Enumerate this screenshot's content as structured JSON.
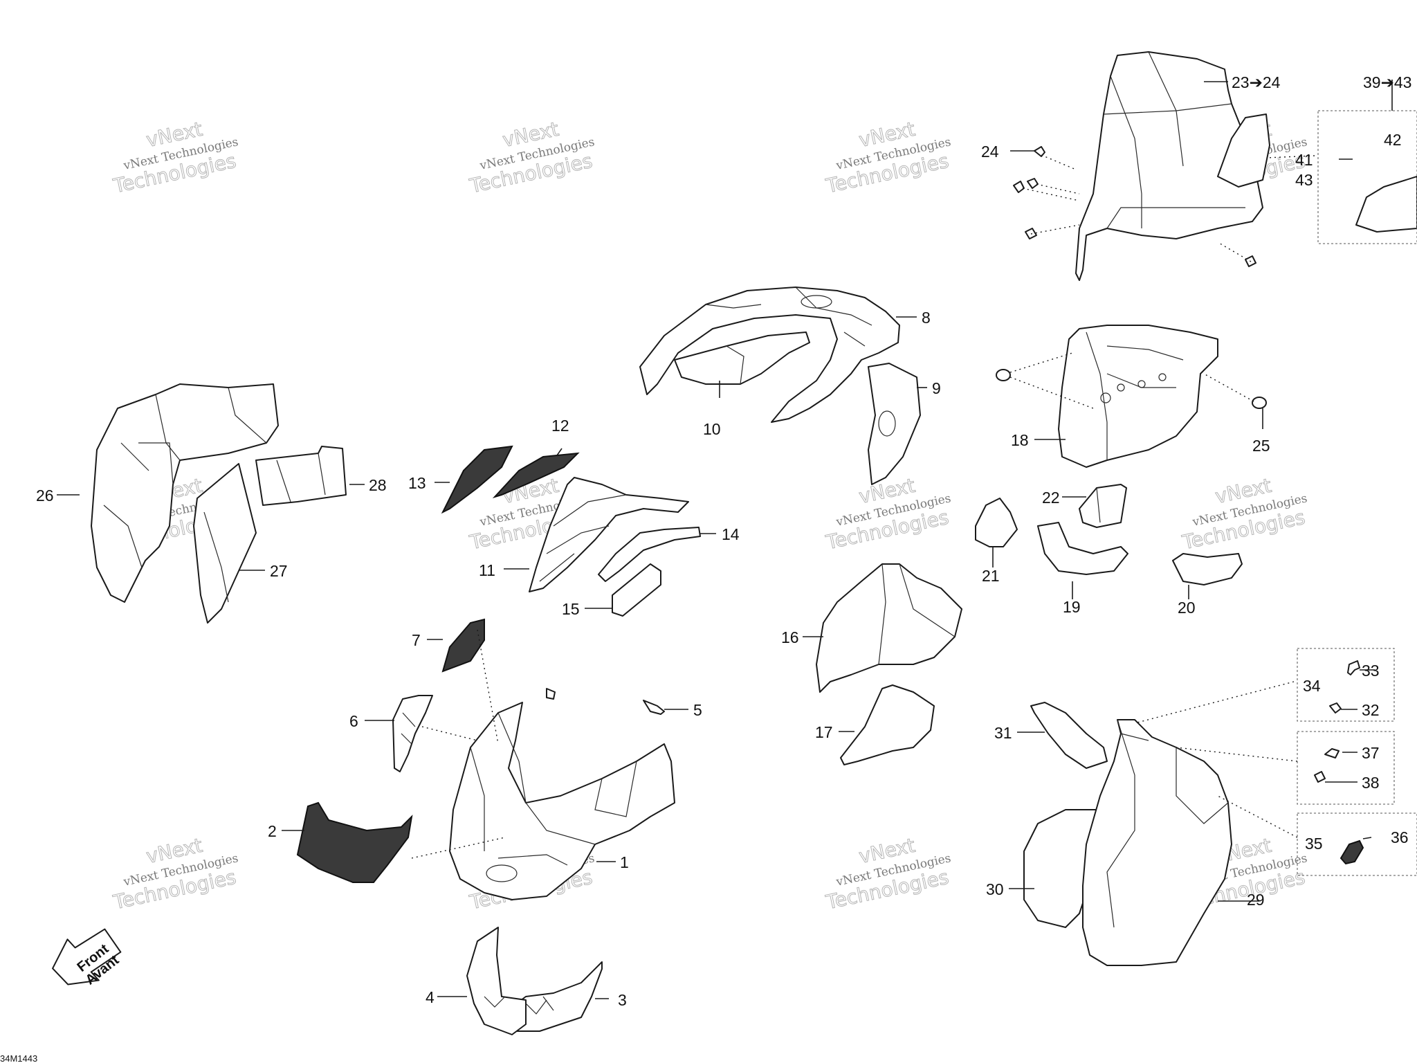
{
  "diagram_ref": "34M1443",
  "watermark": {
    "line1": "vNext Technologies",
    "line2": "vNext",
    "line3": "Technologies"
  },
  "orientation": {
    "line1": "Front",
    "line2": "Avant"
  },
  "callouts": {
    "c1": "1",
    "c2": "2",
    "c3": "3",
    "c4": "4",
    "c5": "5",
    "c6": "6",
    "c7": "7",
    "c8": "8",
    "c9": "9",
    "c10": "10",
    "c11": "11",
    "c12": "12",
    "c13": "13",
    "c14": "14",
    "c15": "15",
    "c16": "16",
    "c17": "17",
    "c18": "18",
    "c19": "19",
    "c20": "20",
    "c21": "21",
    "c22": "22",
    "c23": "23➔24",
    "c24": "24",
    "c25": "25",
    "c26": "26",
    "c27": "27",
    "c28": "28",
    "c29": "29",
    "c30": "30",
    "c31": "31",
    "c32": "32",
    "c33": "33",
    "c34": "34",
    "c35": "35",
    "c36": "36",
    "c37": "37",
    "c38": "38",
    "c39": "39➔43",
    "c41": "41",
    "c42": "42",
    "c43": "43"
  }
}
